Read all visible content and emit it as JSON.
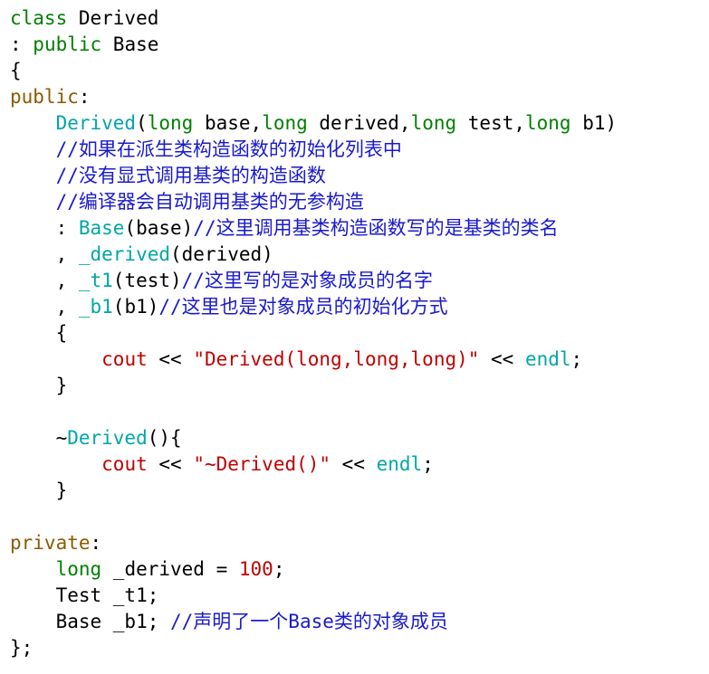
{
  "editor": {
    "lines": [
      [
        {
          "t": "keyword",
          "v": "class"
        },
        {
          "t": "plain",
          "v": " Derived"
        }
      ],
      [
        {
          "t": "plain",
          "v": ": "
        },
        {
          "t": "keyword",
          "v": "public"
        },
        {
          "t": "plain",
          "v": " Base"
        }
      ],
      [
        {
          "t": "plain",
          "v": "{"
        }
      ],
      [
        {
          "t": "access",
          "v": "public"
        },
        {
          "t": "plain",
          "v": ":"
        }
      ],
      [
        {
          "t": "plain",
          "v": "    "
        },
        {
          "t": "func",
          "v": "Derived"
        },
        {
          "t": "plain",
          "v": "("
        },
        {
          "t": "keyword",
          "v": "long"
        },
        {
          "t": "plain",
          "v": " base,"
        },
        {
          "t": "keyword",
          "v": "long"
        },
        {
          "t": "plain",
          "v": " derived,"
        },
        {
          "t": "keyword",
          "v": "long"
        },
        {
          "t": "plain",
          "v": " test,"
        },
        {
          "t": "keyword",
          "v": "long"
        },
        {
          "t": "plain",
          "v": " b1)"
        }
      ],
      [
        {
          "t": "plain",
          "v": "    "
        },
        {
          "t": "comment",
          "v": "//如果在派生类构造函数的初始化列表中"
        }
      ],
      [
        {
          "t": "plain",
          "v": "    "
        },
        {
          "t": "comment",
          "v": "//没有显式调用基类的构造函数"
        }
      ],
      [
        {
          "t": "plain",
          "v": "    "
        },
        {
          "t": "comment",
          "v": "//编译器会自动调用基类的无参构造"
        }
      ],
      [
        {
          "t": "plain",
          "v": "    : "
        },
        {
          "t": "func",
          "v": "Base"
        },
        {
          "t": "plain",
          "v": "(base)"
        },
        {
          "t": "comment",
          "v": "//这里调用基类构造函数写的是基类的类名"
        }
      ],
      [
        {
          "t": "plain",
          "v": "    , "
        },
        {
          "t": "func",
          "v": "_derived"
        },
        {
          "t": "plain",
          "v": "(derived)"
        }
      ],
      [
        {
          "t": "plain",
          "v": "    , "
        },
        {
          "t": "func",
          "v": "_t1"
        },
        {
          "t": "plain",
          "v": "(test)"
        },
        {
          "t": "comment",
          "v": "//这里写的是对象成员的名字"
        }
      ],
      [
        {
          "t": "plain",
          "v": "    , "
        },
        {
          "t": "func",
          "v": "_b1"
        },
        {
          "t": "plain",
          "v": "(b1)"
        },
        {
          "t": "comment",
          "v": "//这里也是对象成员的初始化方式"
        }
      ],
      [
        {
          "t": "plain",
          "v": "    {"
        }
      ],
      [
        {
          "t": "plain",
          "v": "        "
        },
        {
          "t": "stream",
          "v": "cout"
        },
        {
          "t": "plain",
          "v": " << "
        },
        {
          "t": "string",
          "v": "\"Derived(long,long,long)\""
        },
        {
          "t": "plain",
          "v": " << "
        },
        {
          "t": "endl",
          "v": "endl"
        },
        {
          "t": "plain",
          "v": ";"
        }
      ],
      [
        {
          "t": "plain",
          "v": "    }"
        }
      ],
      [],
      [
        {
          "t": "plain",
          "v": "    ~"
        },
        {
          "t": "func",
          "v": "Derived"
        },
        {
          "t": "plain",
          "v": "(){"
        }
      ],
      [
        {
          "t": "plain",
          "v": "        "
        },
        {
          "t": "stream",
          "v": "cout"
        },
        {
          "t": "plain",
          "v": " << "
        },
        {
          "t": "string",
          "v": "\"~Derived()\""
        },
        {
          "t": "plain",
          "v": " << "
        },
        {
          "t": "endl",
          "v": "endl"
        },
        {
          "t": "plain",
          "v": ";"
        }
      ],
      [
        {
          "t": "plain",
          "v": "    }"
        }
      ],
      [],
      [
        {
          "t": "access",
          "v": "private"
        },
        {
          "t": "plain",
          "v": ":"
        }
      ],
      [
        {
          "t": "plain",
          "v": "    "
        },
        {
          "t": "keyword",
          "v": "long"
        },
        {
          "t": "plain",
          "v": " _derived = "
        },
        {
          "t": "number",
          "v": "100"
        },
        {
          "t": "plain",
          "v": ";"
        }
      ],
      [
        {
          "t": "plain",
          "v": "    Test _t1;"
        }
      ],
      [
        {
          "t": "plain",
          "v": "    Base _b1; "
        },
        {
          "t": "comment",
          "v": "//声明了一个Base类的对象成员"
        }
      ],
      [
        {
          "t": "plain",
          "v": "};"
        }
      ]
    ]
  },
  "colors": {
    "keyword": "#008000",
    "access": "#8b5a00",
    "func": "#00a6a6",
    "comment": "#1a1acc",
    "string": "#c00000",
    "number": "#c00000"
  }
}
